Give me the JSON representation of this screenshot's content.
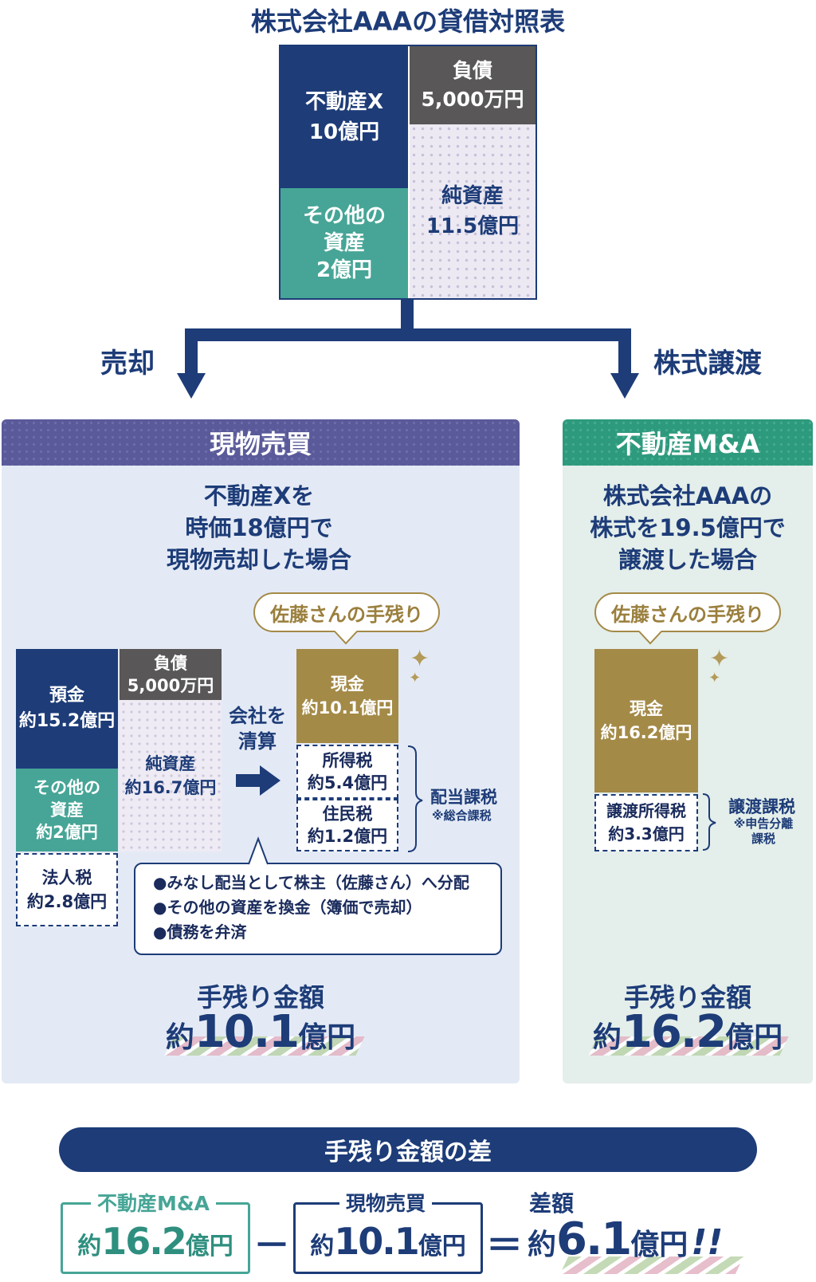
{
  "top": {
    "title": "株式会社AAAの貸借対照表",
    "real_estate": [
      "不動産X",
      "10億円"
    ],
    "liabilities": [
      "負債",
      "5,000万円"
    ],
    "other_assets": [
      "その他の",
      "資産",
      "2億円"
    ],
    "net_assets": [
      "純資産",
      "11.5億円"
    ]
  },
  "branches": {
    "left_label": "売却",
    "right_label": "株式譲渡"
  },
  "left": {
    "header": "現物売買",
    "description": [
      "不動産Xを",
      "時価18億円で",
      "現物売却した場合"
    ],
    "bubble": "佐藤さんの手残り",
    "deposit": [
      "預金",
      "約15.2億円"
    ],
    "liabilities": [
      "負債",
      "5,000万円"
    ],
    "net_assets": [
      "純資産",
      "約16.7億円"
    ],
    "other_assets": [
      "その他の",
      "資産",
      "約2億円"
    ],
    "corp_tax": [
      "法人税",
      "約2.8億円"
    ],
    "liquidate": [
      "会社を",
      "清算"
    ],
    "cash": [
      "現金",
      "約10.1億円"
    ],
    "income_tax": [
      "所得税",
      "約5.4億円"
    ],
    "resident_tax": [
      "住民税",
      "約1.2億円"
    ],
    "dividend_tax": "配当課税",
    "dividend_note": "※総合課税",
    "notes": [
      "●みなし配当として株主（佐藤さん）へ分配",
      "●その他の資産を換金（簿価で売却）",
      "●債務を弁済"
    ],
    "result_label": "手残り金額",
    "result_prefix": "約",
    "result_value": "10.1",
    "result_unit": "億円"
  },
  "right": {
    "header": "不動産M&A",
    "description": [
      "株式会社AAAの",
      "株式を19.5億円で",
      "譲渡した場合"
    ],
    "bubble": "佐藤さんの手残り",
    "cash": [
      "現金",
      "約16.2億円"
    ],
    "transfer_tax": [
      "譲渡所得税",
      "約3.3億円"
    ],
    "transfer_label": "譲渡課税",
    "transfer_note": [
      "※申告分離",
      "課税"
    ],
    "result_label": "手残り金額",
    "result_prefix": "約",
    "result_value": "16.2",
    "result_unit": "億円"
  },
  "diff": {
    "title": "手残り金額の差",
    "a_label": "不動産M&A",
    "a_prefix": "約",
    "a_value": "16.2",
    "a_unit": "億円",
    "minus": "－",
    "b_label": "現物売買",
    "b_prefix": "約",
    "b_value": "10.1",
    "b_unit": "億円",
    "equals": "＝",
    "c_label": "差額",
    "c_prefix": "約",
    "c_value": "6.1",
    "c_unit": "億円",
    "c_suffix": "!!"
  },
  "colors": {
    "navy": "#1d3c78",
    "teal": "#46a596",
    "gray": "#595757",
    "gold": "#a48a47",
    "purple": "#5a5a9a",
    "green": "#2e9a7d"
  }
}
